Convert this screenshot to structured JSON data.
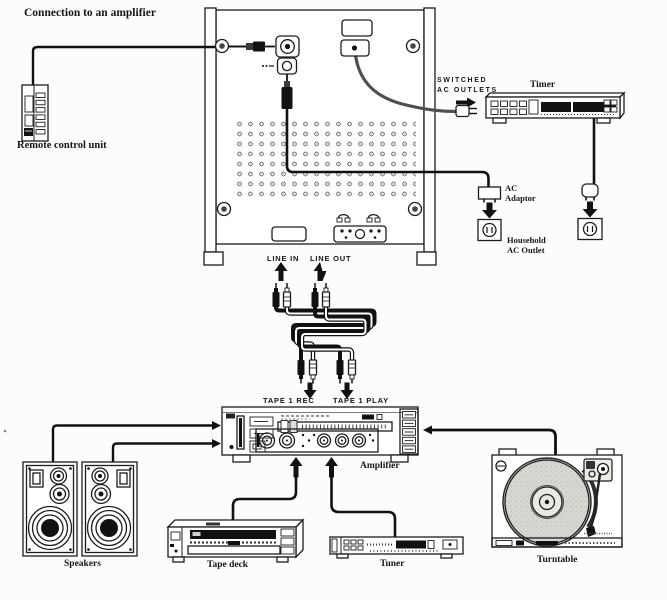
{
  "page": {
    "title": "Connection to an amplifier"
  },
  "colors": {
    "ink": "#1c1c1c",
    "paper": "#fcfcfa"
  },
  "components": {
    "remote": {
      "label": "Remote control unit"
    },
    "switched_outlets": {
      "line1": "SWITCHED",
      "line2": "AC OUTLETS"
    },
    "timer": {
      "label": "Timer"
    },
    "ac_adaptor": {
      "line1": "AC",
      "line2": "Adaptor"
    },
    "household_outlet": {
      "line1": "Household",
      "line2": "AC Outlet"
    },
    "main_unit": {
      "line_in": "LINE IN",
      "line_out": "LINE OUT"
    },
    "amplifier": {
      "label": "Amplifier",
      "tape1_rec": "TAPE 1 REC",
      "tape1_play": "TAPE 1 PLAY"
    },
    "speakers": {
      "label": "Speakers"
    },
    "tape_deck": {
      "label": "Tape deck"
    },
    "tuner": {
      "label": "Tuner"
    },
    "turntable": {
      "label": "Turntable"
    }
  }
}
